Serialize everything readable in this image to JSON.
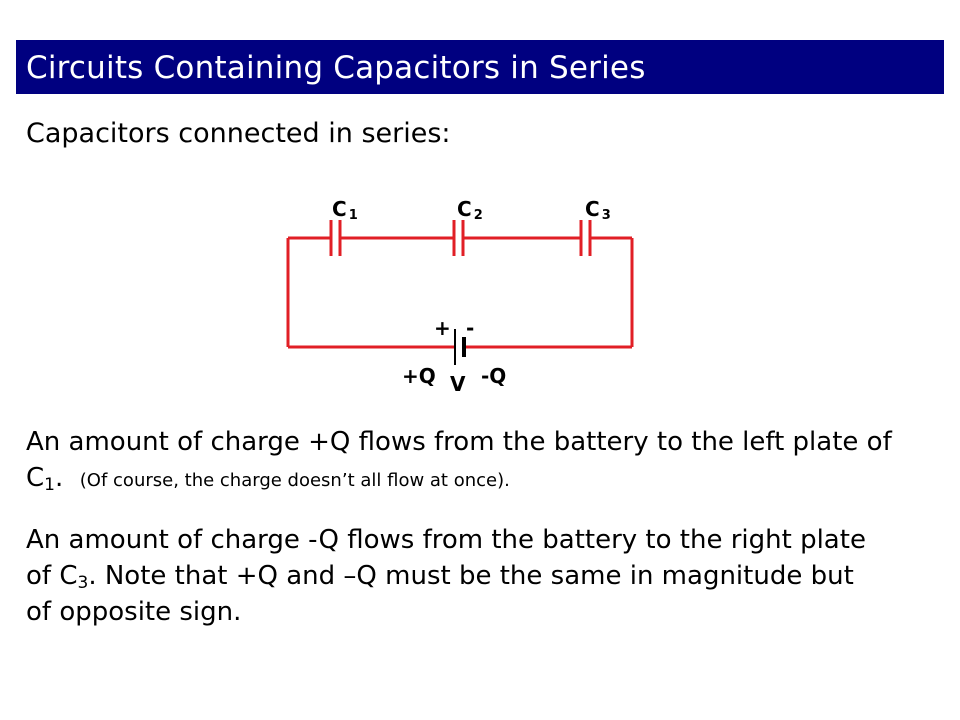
{
  "title": "Circuits Containing Capacitors in Series",
  "heading": "Capacitors connected in series:",
  "diagram": {
    "capacitors": [
      {
        "letter": "C",
        "sub": "1"
      },
      {
        "letter": "C",
        "sub": "2"
      },
      {
        "letter": "C",
        "sub": "3"
      }
    ],
    "battery": {
      "plus": "+",
      "minus": "-",
      "left_charge": "+Q",
      "right_charge": "-Q",
      "voltage": "V"
    },
    "wire_color": "#e11f26"
  },
  "para1": {
    "text_a": "An amount of charge +Q flows from the battery to the left plate of C",
    "sub": "1",
    "text_b": ".",
    "note": "(Of course, the charge doesn’t all flow at once)."
  },
  "para2": {
    "text_a": "An amount of charge -Q flows from the battery to the right plate of C",
    "sub": "3",
    "text_b": ".  Note that +Q and –Q must be the same in magnitude but of opposite sign."
  }
}
